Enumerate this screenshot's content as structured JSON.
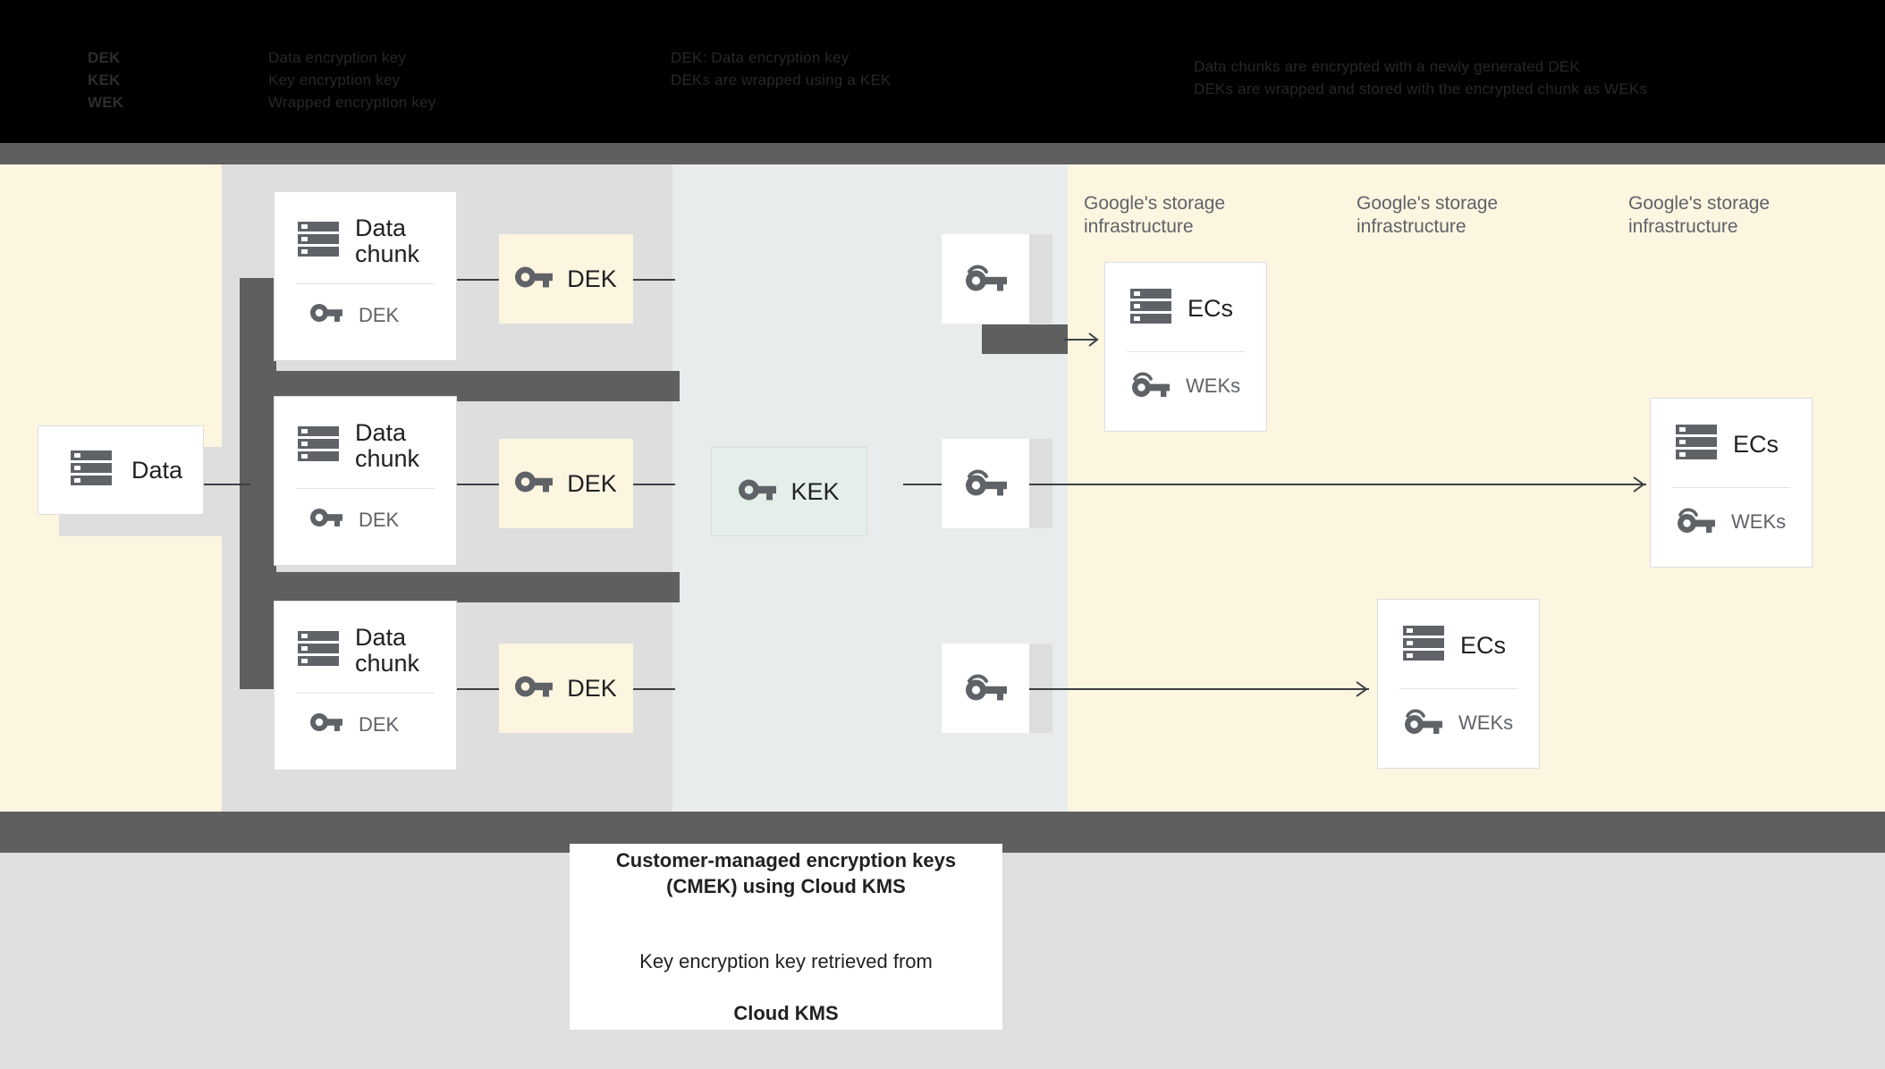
{
  "legend": {
    "columns": [
      {
        "rows": [
          "DEK",
          "KEK",
          "WEK"
        ]
      },
      {
        "rows": [
          "Data encryption key",
          "Key encryption key",
          "Wrapped encryption key"
        ]
      },
      {
        "rows": [
          "DEK: Data encryption key",
          "DEKs are wrapped using a KEK"
        ]
      },
      {
        "rows": [
          "Data chunks are encrypted with a newly generated DEK",
          "DEKs are wrapped and stored with the encrypted chunk as WEKs"
        ]
      }
    ]
  },
  "diagram": {
    "source": {
      "title": "Data",
      "icon": "server-icon"
    },
    "chunks": [
      {
        "title": "Data\nchunk",
        "icon": "server-icon",
        "sub_label": "DEK",
        "sub_icon": "key-icon"
      },
      {
        "title": "Data\nchunk",
        "icon": "server-icon",
        "sub_label": "DEK",
        "sub_icon": "key-icon"
      },
      {
        "title": "Data\nchunk",
        "icon": "server-icon",
        "sub_label": "DEK",
        "sub_icon": "key-icon"
      }
    ],
    "dek_chips": [
      {
        "label": "DEK",
        "icon": "key-icon",
        "color": "#FCF5E0"
      },
      {
        "label": "DEK",
        "icon": "key-icon",
        "color": "#FCF5E0"
      },
      {
        "label": "DEK",
        "icon": "key-icon",
        "color": "#FCF5E0"
      }
    ],
    "kek_chip": {
      "label": "KEK",
      "icon": "key-icon",
      "color": "#E3EFE8"
    },
    "wrapped_tiles": [
      {
        "icon": "wrapped-key-icon"
      },
      {
        "icon": "wrapped-key-icon"
      },
      {
        "icon": "wrapped-key-icon"
      }
    ],
    "storage_labels": [
      "Google's storage\ninfrastructure",
      "Google's storage\ninfrastructure",
      "Google's storage\ninfrastructure"
    ],
    "ec_cards": [
      {
        "title": "ECs",
        "icon": "server-icon",
        "sub_label": "WEKs",
        "sub_icon": "wrapped-key-icon"
      },
      {
        "title": "ECs",
        "icon": "server-icon",
        "sub_label": "WEKs",
        "sub_icon": "wrapped-key-icon"
      },
      {
        "title": "ECs",
        "icon": "server-icon",
        "sub_label": "WEKs",
        "sub_icon": "wrapped-key-icon"
      }
    ]
  },
  "caption": {
    "line1": "Customer-managed encryption keys\n(CMEK) using Cloud KMS",
    "line2_prefix": "Key encryption key retrieved from",
    "line2_strong": "Cloud KMS"
  },
  "colors": {
    "cream": "#FCF5E0",
    "gray_panel": "#DEDEDE",
    "bluegray_panel": "#E8ECEC",
    "dark_bar": "#5f5f5f",
    "bottom_panel": "#DFDFDF",
    "kek_mint": "#E3EFE8",
    "icon_gray": "#5f6368",
    "text_dark": "#202124",
    "line": "#3c4043"
  }
}
